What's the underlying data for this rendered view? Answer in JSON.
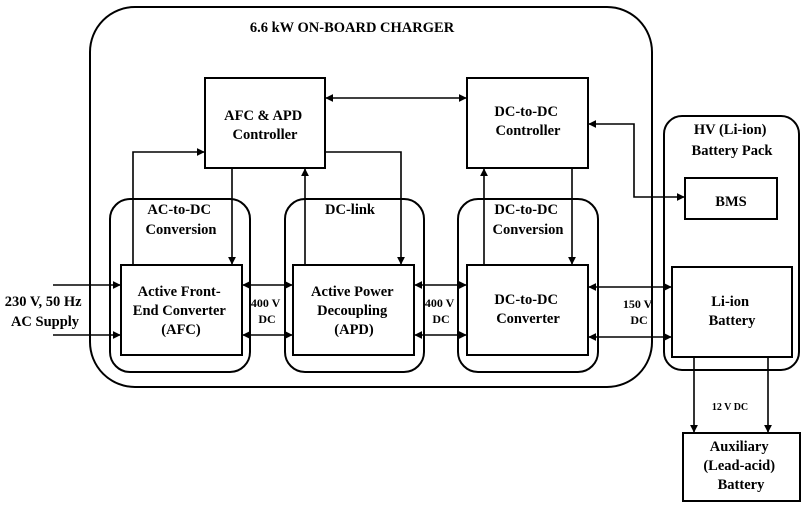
{
  "title": "6.6 kW ON-BOARD CHARGER",
  "input_label": [
    "230 V, 50 Hz",
    "AC Supply"
  ],
  "groups": {
    "ac_dc": [
      "AC-to-DC",
      "Conversion"
    ],
    "dc_link": [
      "DC-link"
    ],
    "dc_dc": [
      "DC-to-DC",
      "Conversion"
    ]
  },
  "blocks": {
    "afc_apd_controller": [
      "AFC & APD",
      "Controller"
    ],
    "dcdc_controller": [
      "DC-to-DC",
      "Controller"
    ],
    "afc": [
      "Active Front-",
      "End Converter",
      "(AFC)"
    ],
    "apd": [
      "Active Power",
      "Decoupling",
      "(APD)"
    ],
    "dcdc_converter": [
      "DC-to-DC",
      "Converter"
    ],
    "bms": [
      "BMS"
    ],
    "li_ion": [
      "Li-ion",
      "Battery"
    ],
    "auxiliary": [
      "Auxiliary",
      "(Lead-acid)",
      "Battery"
    ]
  },
  "battery_pack_label": [
    "HV (Li-ion)",
    "Battery Pack"
  ],
  "bus_labels": {
    "afc_apd": [
      "400 V",
      "DC"
    ],
    "apd_dcdc": [
      "400 V",
      "DC"
    ],
    "dcdc_battery": [
      "150 V",
      "DC"
    ],
    "aux": "12 V DC"
  }
}
